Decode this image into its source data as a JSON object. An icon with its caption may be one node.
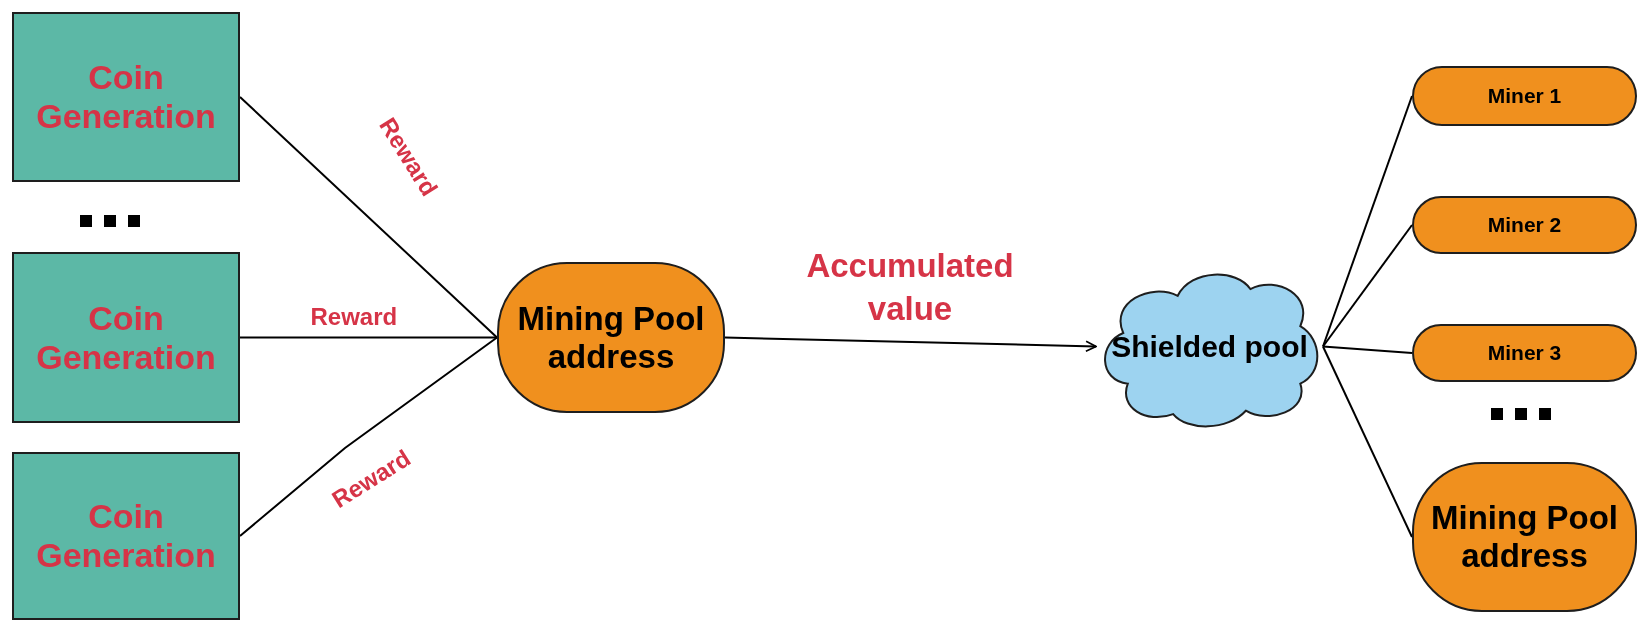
{
  "diagram": {
    "nodes": [
      {
        "text": [
          "Coin Generation"
        ]
      },
      {
        "text": [
          "Coin Generation"
        ]
      },
      {
        "text": [
          "Coin Generation"
        ]
      },
      {
        "text": [
          "Mining Pool address"
        ]
      },
      {
        "text": [
          "Shielded pool"
        ]
      },
      {
        "text": [
          "Miner 1"
        ]
      },
      {
        "text": [
          "Miner 2"
        ]
      },
      {
        "text": [
          "Miner 3"
        ]
      },
      {
        "text": [
          "Mining Pool address"
        ]
      }
    ],
    "edges": [
      {
        "from": 0,
        "to": 3,
        "arrow": "none",
        "label": "Reward"
      },
      {
        "from": 1,
        "to": 3,
        "arrow": "none",
        "label": "Reward"
      },
      {
        "from": 2,
        "to": 3,
        "arrow": "none",
        "label": "Reward"
      },
      {
        "from": 3,
        "to": 4,
        "arrow": "to",
        "label": "Accumulated value"
      },
      {
        "from": 4,
        "to": 5,
        "arrow": "none"
      },
      {
        "from": 4,
        "to": 6,
        "arrow": "none"
      },
      {
        "from": 4,
        "to": 7,
        "arrow": "none"
      },
      {
        "from": 4,
        "to": 8,
        "arrow": "none"
      }
    ]
  }
}
